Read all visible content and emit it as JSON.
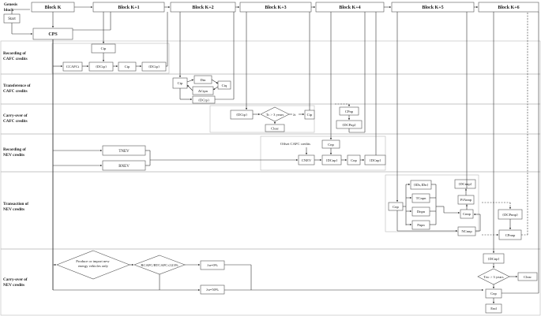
{
  "header": {
    "genesis": [
      "Genesis",
      "block"
    ],
    "start": "Start",
    "blocks": [
      "Block K",
      "Block K+1",
      "Block K+2",
      "Block K+3",
      "Block K+4",
      "Block K+5",
      "Block K+6"
    ],
    "cps": "CPS"
  },
  "sections": {
    "recording_cafc": [
      "Recording of",
      "CAFC credits"
    ],
    "transference_cafc": [
      "Transference of",
      "CAFC credits"
    ],
    "carryover_cafc": [
      "Carry-over of",
      "CAFC credits"
    ],
    "recording_nev": [
      "Recording of",
      "NEV credits"
    ],
    "transaction_nev": [
      "Transaction of",
      "NEV credits"
    ],
    "carryover_nev": [
      "Carry-over of",
      "NEV credits"
    ]
  },
  "nodes": {
    "ctp_k1": "Ctp",
    "ccafc": "CCAFCt",
    "dc_tp_k1": "{DCtp}",
    "ctp_k1b": "Ctp",
    "dc_tp_k1b": "{DCtp}",
    "ctp_k2": "Ctp",
    "dtn": "Dtn",
    "delta_ctpn": "ΔCtpn",
    "ctq": "Ctq",
    "dc_tp_k2": "{DCtp}",
    "dc_tp_k3": "{DCtp}",
    "decision_cafc": "Tc > 3 years",
    "lambda_t": "λt",
    "ctp_k3": "Ctp",
    "clear_k3": "Clear",
    "cp_np": "CPnp",
    "dcp_np_k4": "{DCPnp}",
    "offset_label": "Offset CAFC credits",
    "cnp_k4": "Cnp",
    "tnev": "TNEV",
    "rnev": "RNEV",
    "cnev": "CNEV",
    "dc_np_k4": "{DCnp}",
    "cnp_k4b": "Cnp",
    "dc_np_k4b": "{DCnp}",
    "id_group": "{IDs,IDn}",
    "tc_npn": "TCnpn",
    "d_npn": "Dnpn",
    "p_npn": "Pnpn",
    "cnp_k5": "Cnp",
    "dc_nnp": "{DCnnp}",
    "pf_nnp": "PfAnnp",
    "cnnp": "Cnnp",
    "nc_nnp": "NCnnp",
    "dcp_nnp": "{DCPnnp}",
    "cp_nnp": "CPnnp",
    "decision_produce": [
      "Produce or import new",
      "energy vehicles only"
    ],
    "decision_ratio": "RCAFC/RTCAFC≤123%",
    "lambda_0": "λn=0%",
    "lambda_50": "λn=50%",
    "dc_np_k6": "{DCnp}",
    "decision_nev": "Tnc > 3 years",
    "clear_k6": "Clear",
    "cnp_k6": "Cnp",
    "end": "End"
  }
}
